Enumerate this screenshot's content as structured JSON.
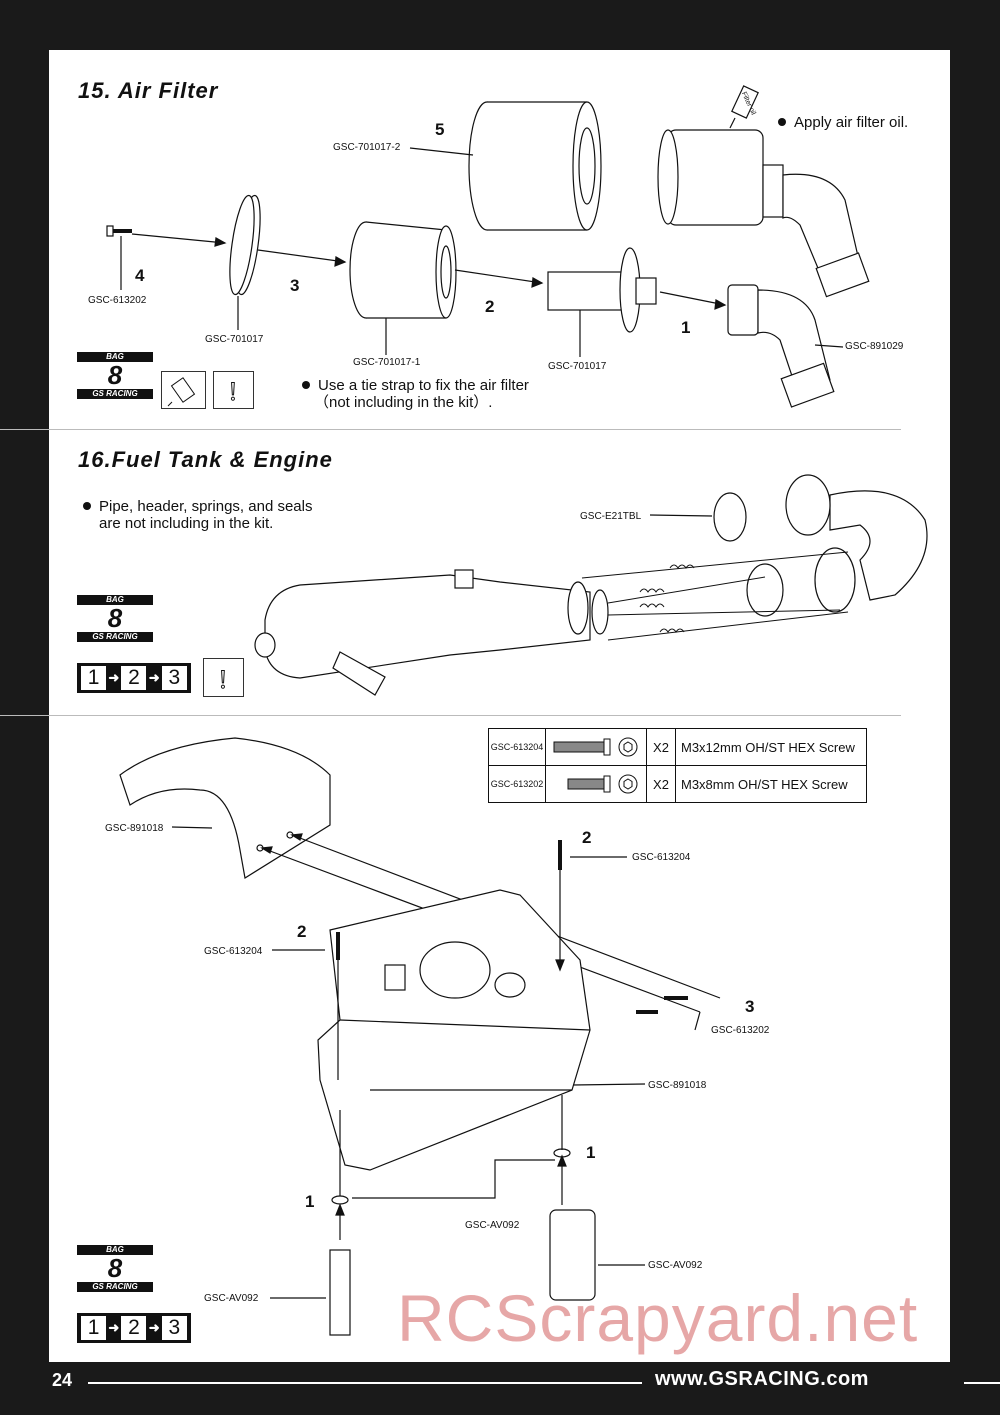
{
  "section15": {
    "title": "15. Air Filter",
    "note_oil": "Apply air filter oil.",
    "note_tie_1": "Use a tie strap to fix the air filter",
    "note_tie_2": "（not including in the kit）.",
    "filter_oil_icon_label": "Filter oil",
    "labels": {
      "p5": "GSC-701017-2",
      "p4": "GSC-613202",
      "p3": "GSC-701017",
      "p2": "GSC-701017-1",
      "p1a": "GSC-701017",
      "p1b": "GSC-891029"
    },
    "steps": {
      "s1": "1",
      "s2": "2",
      "s3": "3",
      "s4": "4",
      "s5": "5"
    }
  },
  "section16": {
    "title": "16.Fuel Tank & Engine",
    "note_1": "Pipe, header, springs, and seals",
    "note_2": "are not including in the kit.",
    "label_pipe": "GSC-E21TBL"
  },
  "bag": {
    "top": "BAG",
    "number": "8",
    "brand": "GS RACING"
  },
  "sequence": {
    "a": "1",
    "b": "2",
    "c": "3"
  },
  "parts_table": [
    {
      "code": "GSC-613204",
      "qty": "X2",
      "desc": "M3x12mm OH/ST HEX Screw"
    },
    {
      "code": "GSC-613202",
      "qty": "X2",
      "desc": "M3x8mm OH/ST HEX Screw"
    }
  ],
  "tank_section": {
    "labels": {
      "guard": "GSC-891018",
      "screw_top_right": "GSC-613204",
      "screw_top_left": "GSC-613204",
      "screw_side": "GSC-613202",
      "tank": "GSC-891018",
      "washer": "GSC-AV092",
      "post_right": "GSC-AV092",
      "post_left": "GSC-AV092"
    },
    "steps": {
      "s2a": "2",
      "s2b": "2",
      "s3": "3",
      "s1a": "1",
      "s1b": "1"
    }
  },
  "footer": {
    "page": "24",
    "site": "www.GSRACING.com"
  },
  "watermark": "RCScrapyard.net"
}
